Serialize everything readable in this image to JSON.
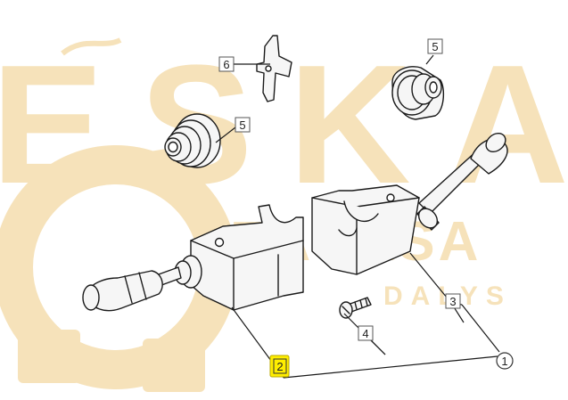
{
  "watermark": {
    "brand_big": "ESKA",
    "brand_small": "EASKSA",
    "tagline": "DALYS",
    "color": "#f3d9a4"
  },
  "callouts": [
    {
      "id": "1",
      "label": "1",
      "shape": "circle",
      "highlighted": false
    },
    {
      "id": "2",
      "label": "2",
      "shape": "box",
      "highlighted": true
    },
    {
      "id": "3",
      "label": "3",
      "shape": "box",
      "highlighted": false
    },
    {
      "id": "4",
      "label": "4",
      "shape": "box",
      "highlighted": false
    },
    {
      "id": "5a",
      "label": "5",
      "shape": "box",
      "highlighted": false
    },
    {
      "id": "5b",
      "label": "5",
      "shape": "box",
      "highlighted": false
    },
    {
      "id": "6",
      "label": "6",
      "shape": "box",
      "highlighted": false
    }
  ],
  "colors": {
    "part_fill": "#f6f6f6",
    "line": "#1a1a1a",
    "highlight": "#ffee00"
  }
}
